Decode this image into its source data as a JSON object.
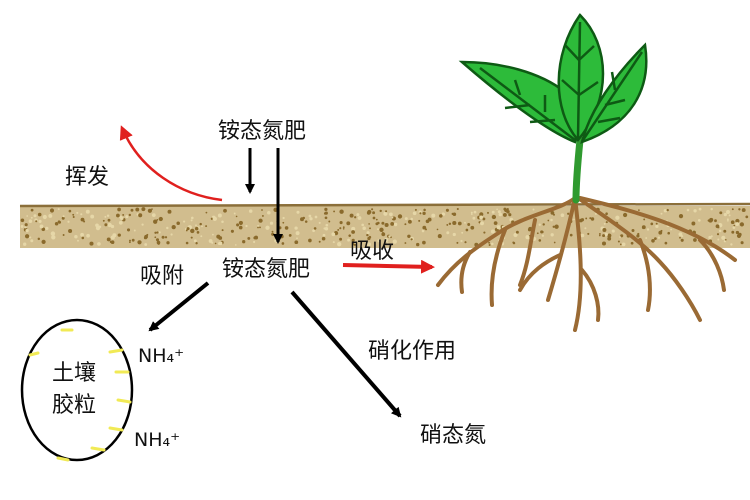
{
  "labels": {
    "fertilizer_top": "铵态氮肥",
    "volatilize": "挥发",
    "fertilizer_soil": "铵态氮肥",
    "absorb": "吸收",
    "adsorb": "吸附",
    "colloid_line1": "土壤",
    "colloid_line2": "胶粒",
    "nh4_upper": "NH₄⁺",
    "nh4_lower": "NH₄⁺",
    "nitrification": "硝化作用",
    "nitrate": "硝态氮"
  },
  "colors": {
    "soil": "#c9b27a",
    "soil_speck": "#8a6a2c",
    "ground_line": "#8b6f3a",
    "root": "#9a6a34",
    "leaf": "#2dbb3a",
    "leaf_vein": "#0e5a14",
    "stem": "#2f9a2f",
    "arrow_red": "#e0201e",
    "arrow_black": "#000000",
    "ion_marks": "#f1ea55"
  }
}
